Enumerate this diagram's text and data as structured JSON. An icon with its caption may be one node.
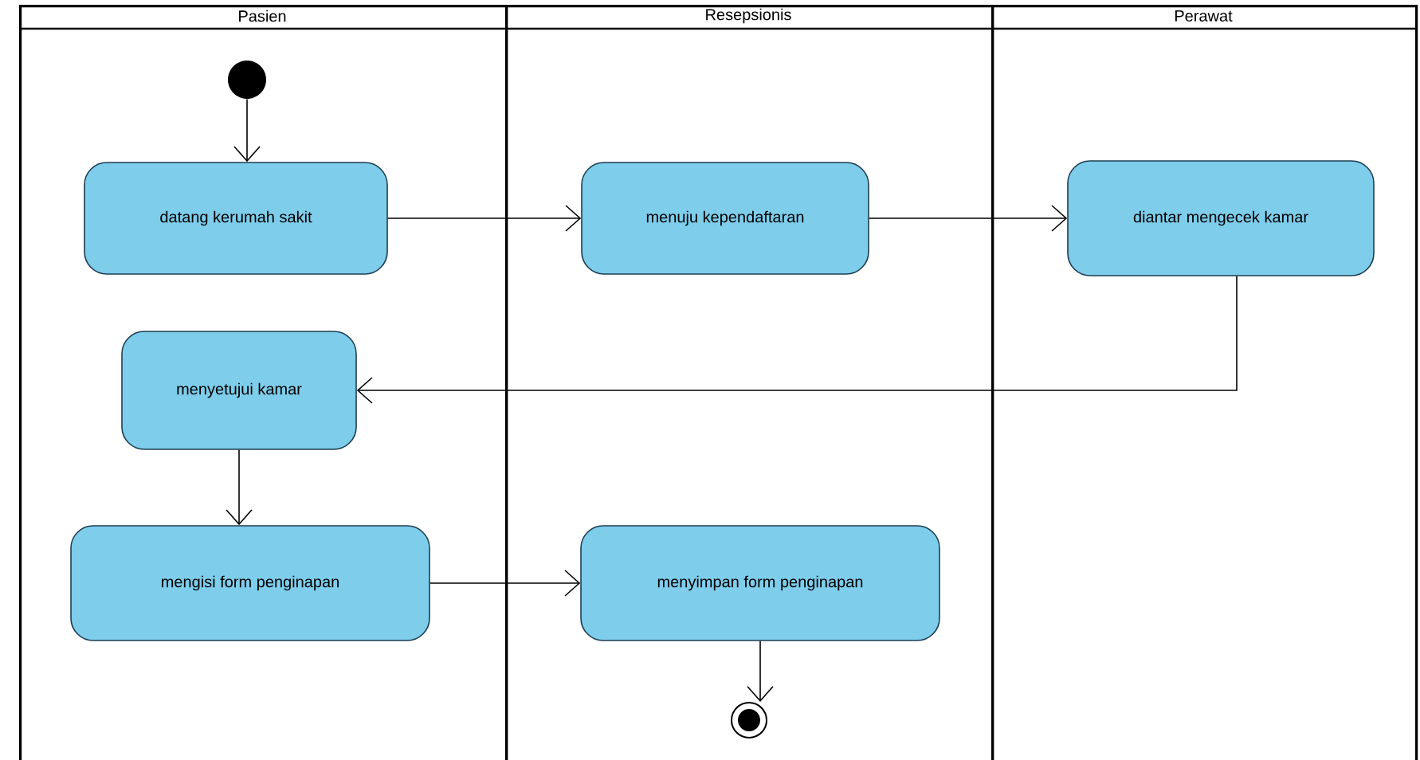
{
  "diagram": {
    "nodes": [
      {
        "text": [
          "Pasien"
        ]
      },
      {
        "text": [
          "Resepsionis"
        ]
      },
      {
        "text": [
          "Perawat"
        ]
      },
      {
        "text": [],
        "shape": "circle",
        "in": 0
      },
      {
        "text": [
          "datang kerumah sakit"
        ],
        "in": 0
      },
      {
        "text": [
          "menuju kependaftaran"
        ],
        "in": 1
      },
      {
        "text": [
          "diantar mengecek kamar"
        ],
        "in": 2
      },
      {
        "text": [
          "menyetujui kamar"
        ],
        "in": 0
      },
      {
        "text": [
          "mengisi form penginapan"
        ],
        "in": 0
      },
      {
        "text": [
          "menyimpan form penginapan"
        ],
        "in": 1
      },
      {
        "text": [],
        "shape": "circle",
        "in": 1
      }
    ],
    "edges": [
      {
        "from": 3,
        "to": 4,
        "arrow": "to"
      },
      {
        "from": 4,
        "to": 5,
        "arrow": "to"
      },
      {
        "from": 5,
        "to": 6,
        "arrow": "to"
      },
      {
        "from": 6,
        "to": 7,
        "arrow": "to"
      },
      {
        "from": 7,
        "to": 8,
        "arrow": "to"
      },
      {
        "from": 8,
        "to": 9,
        "arrow": "to"
      },
      {
        "from": 9,
        "to": 10,
        "arrow": "to"
      }
    ]
  }
}
